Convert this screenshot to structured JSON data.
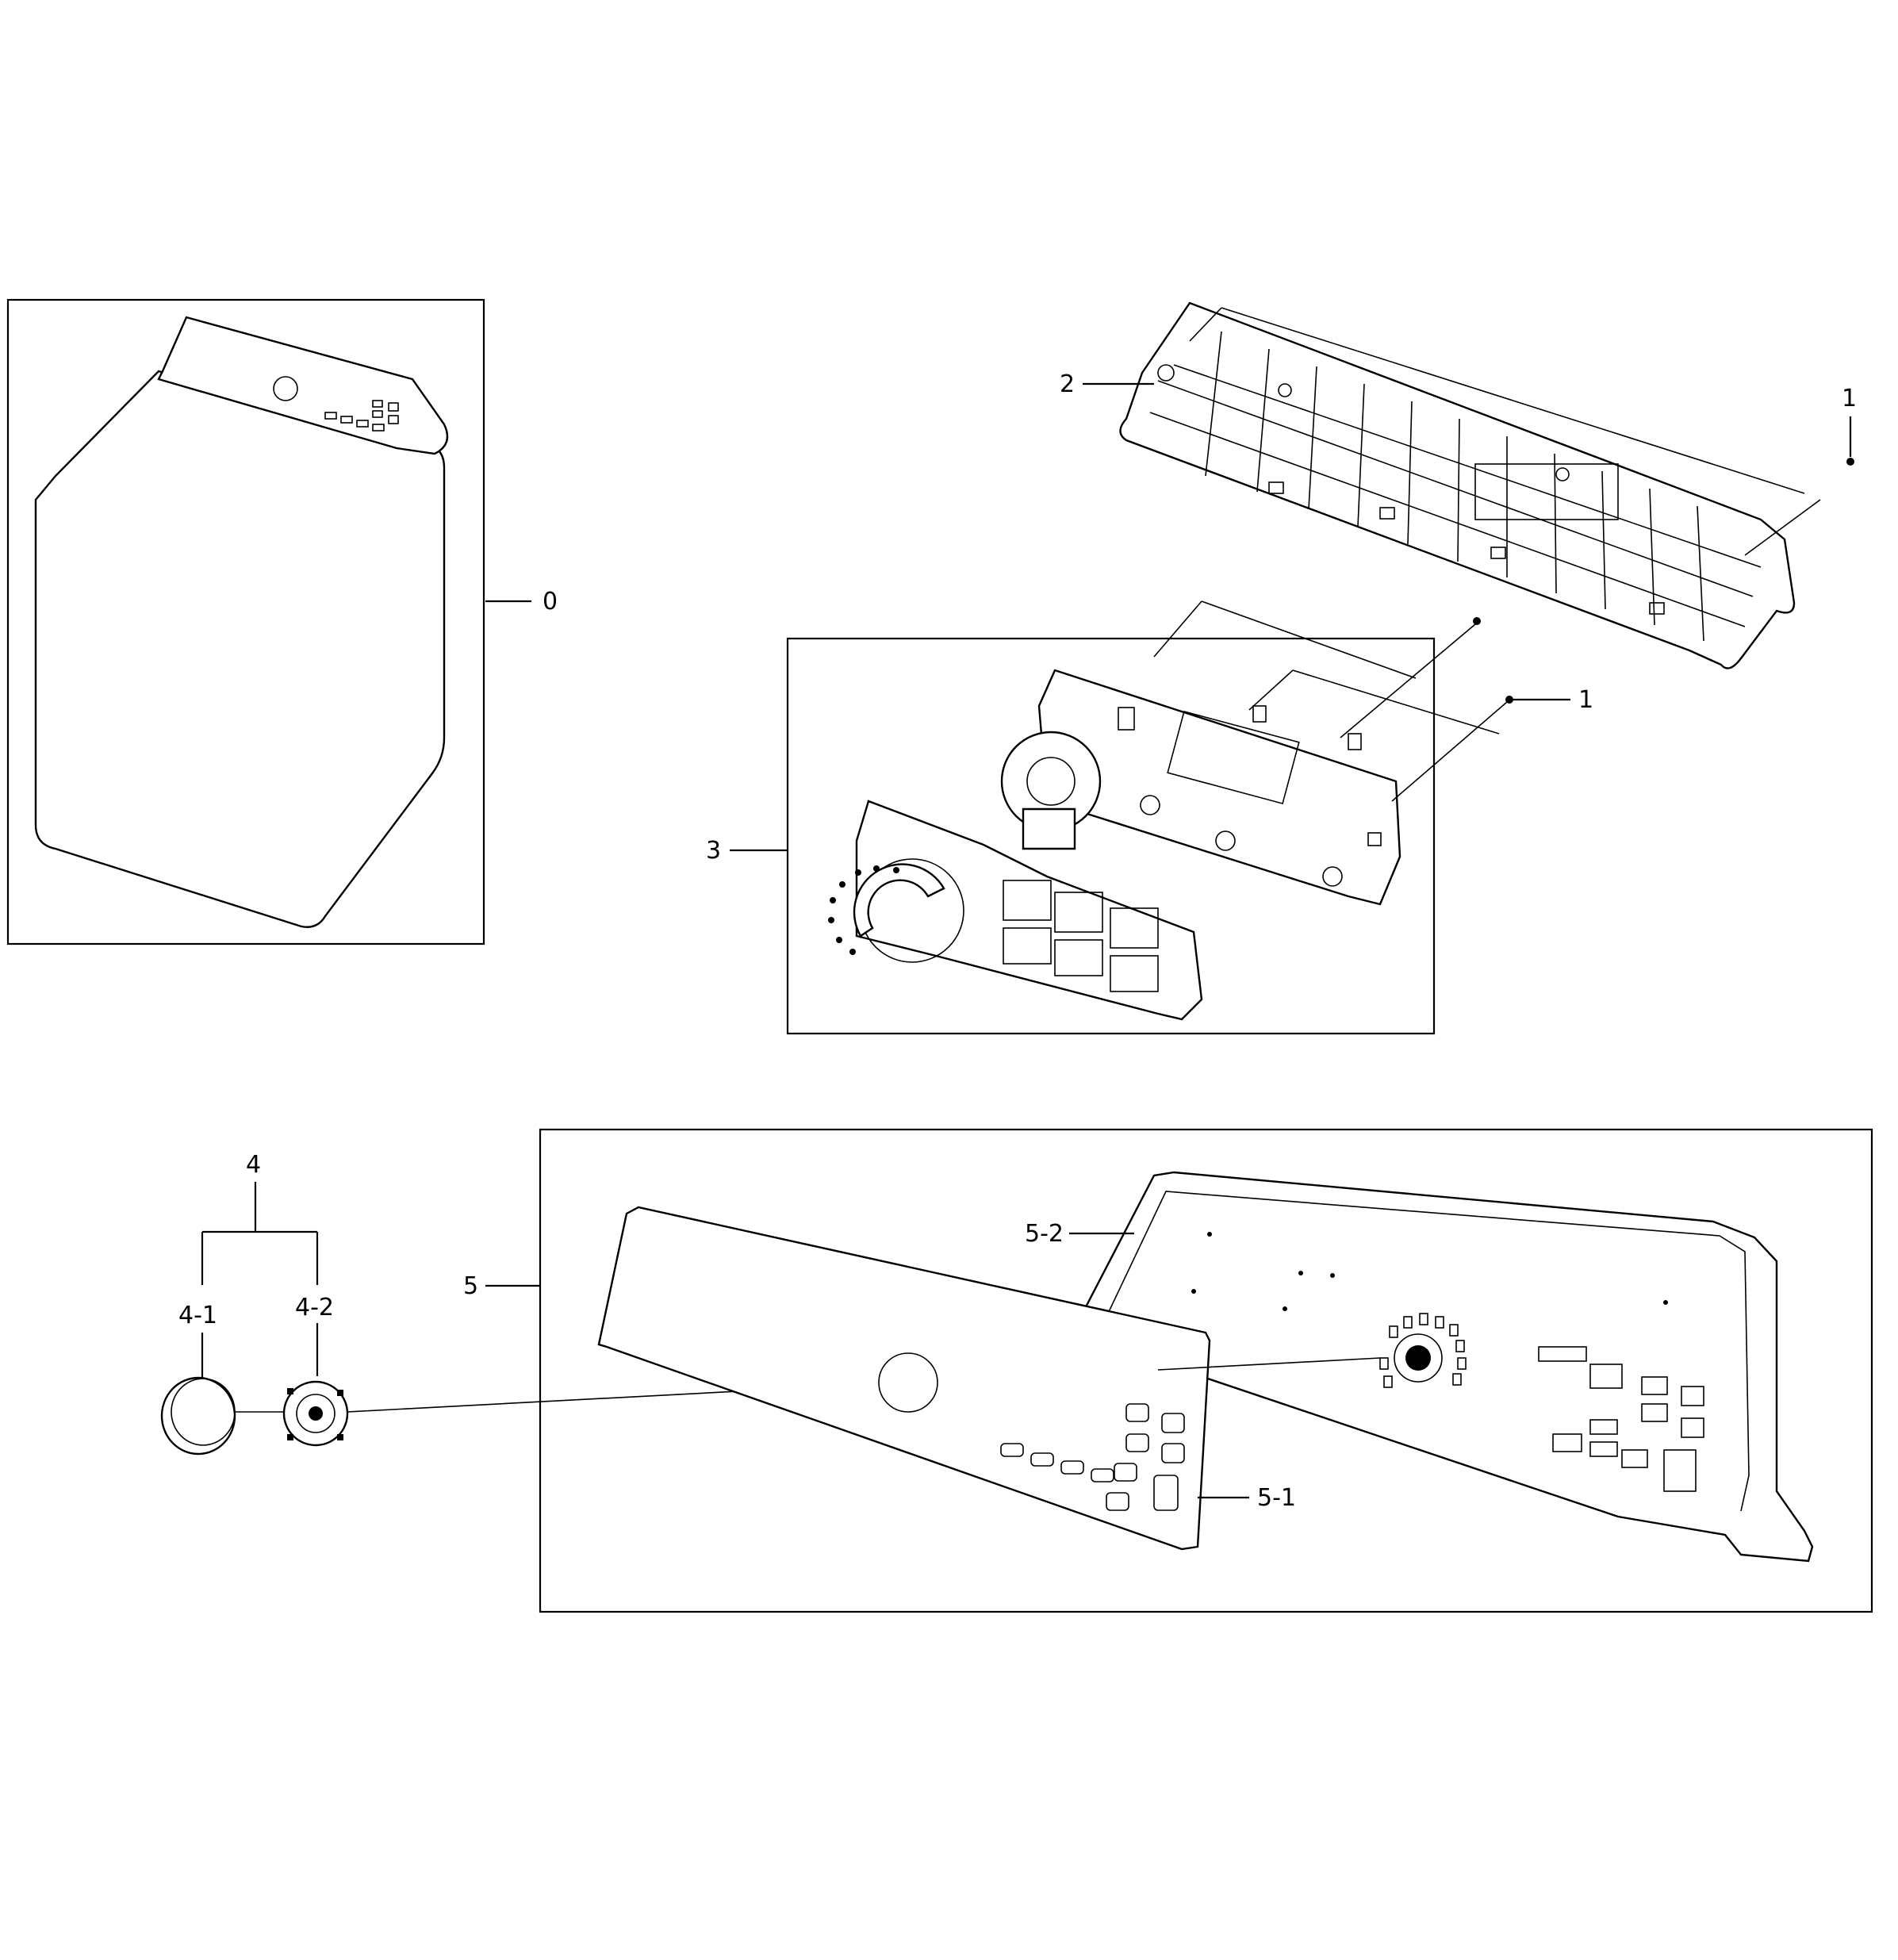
{
  "diagram": {
    "callouts": {
      "c0": "0",
      "c1a": "1",
      "c1b": "1",
      "c2": "2",
      "c3": "3",
      "c4": "4",
      "c4_1": "4-1",
      "c4_2": "4-2",
      "c5": "5",
      "c5_1": "5-1",
      "c5_2": "5-2"
    }
  }
}
